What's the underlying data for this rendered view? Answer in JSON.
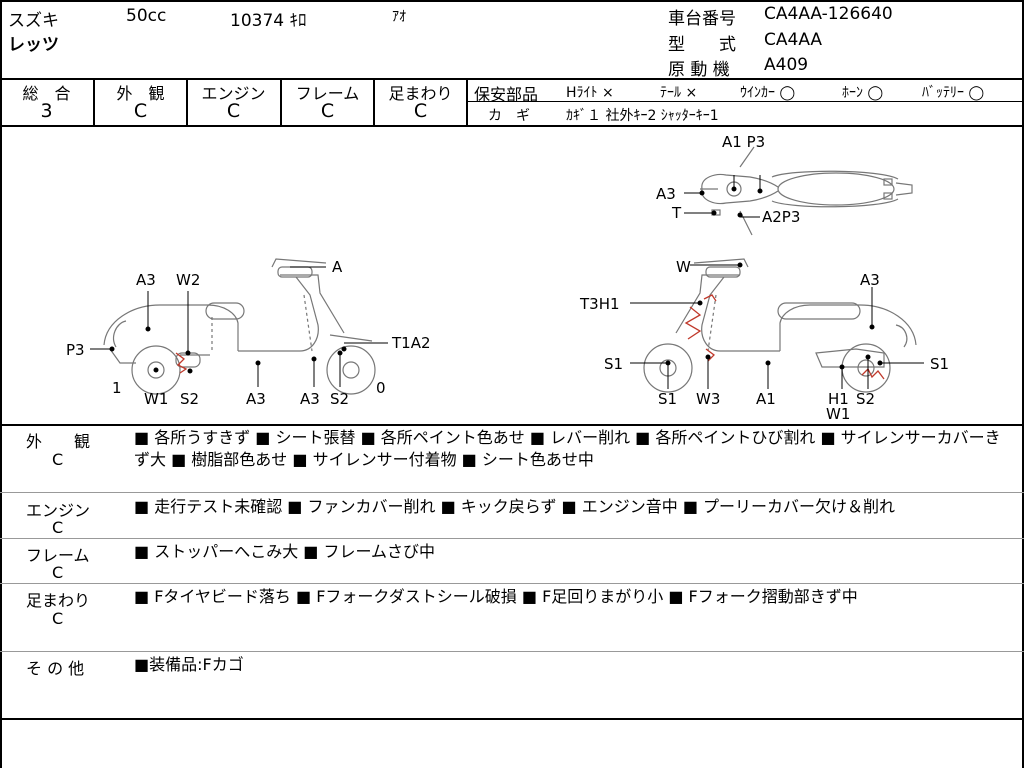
{
  "header": {
    "maker": "スズキ",
    "cc": "50cc",
    "mileage": "10374 ｷﾛ",
    "color": "ｱｵ",
    "model_name": "レッツ",
    "frame_no_label": "車台番号",
    "frame_no": "CA4AA-126640",
    "type_label": "型　　式",
    "type_value": "CA4AA",
    "engine_label": "原 動 機",
    "engine_value": "A409"
  },
  "grades": {
    "total_label": "総　合",
    "total_value": "3",
    "exterior_label": "外　観",
    "exterior_value": "C",
    "engine_label": "エンジン",
    "engine_value": "C",
    "frame_label": "フレーム",
    "frame_value": "C",
    "suspension_label": "足まわり",
    "suspension_value": "C"
  },
  "safety": {
    "label": "保安部品",
    "headlight": "Hﾗｲﾄ ×",
    "tail": "ﾃｰﾙ ×",
    "winker": "ｳｲﾝｶｰ ◯",
    "horn": "ﾎｰﾝ ◯",
    "battery": "ﾊﾞｯﾃﾘｰ ◯",
    "key_label": "カ　ギ",
    "key_value": "ｶｷﾞ１ 社外ｷｰ2 ｼｬｯﾀｰｷｰ1"
  },
  "diagram": {
    "top_labels": [
      "A1 P3",
      "A3",
      "T",
      "A2P3"
    ],
    "left_labels": [
      "A3",
      "W2",
      "A",
      "P3",
      "T1A2",
      "1",
      "W1",
      "S2",
      "A3",
      "A3",
      "S2",
      "0"
    ],
    "right_labels": [
      "W",
      "A3",
      "T3H1",
      "S1",
      "S1",
      "S1",
      "W3",
      "A1",
      "H1",
      "W1",
      "S2"
    ]
  },
  "sections": [
    {
      "label": "外　　観",
      "grade": "C",
      "text": "■ 各所うすきず ■ シート張替 ■ 各所ペイント色あせ ■ レバー削れ ■ 各所ペイントひび割れ ■ サイレンサーカバーきず大 ■ 樹脂部色あせ ■ サイレンサー付着物 ■ シート色あせ中"
    },
    {
      "label": "エンジン",
      "grade": "C",
      "text": "■ 走行テスト未確認 ■ ファンカバー削れ ■ キック戻らず ■ エンジン音中 ■ プーリーカバー欠け＆削れ"
    },
    {
      "label": "フレーム",
      "grade": "C",
      "text": "■ ストッパーへこみ大 ■ フレームさび中"
    },
    {
      "label": "足まわり",
      "grade": "C",
      "text": "■ Fタイヤビード落ち ■ Fフォークダストシール破損 ■ F足回りまがり小 ■ Fフォーク摺動部きず中"
    },
    {
      "label": "そ の 他",
      "grade": "",
      "text": "■装備品:Fカゴ"
    }
  ]
}
